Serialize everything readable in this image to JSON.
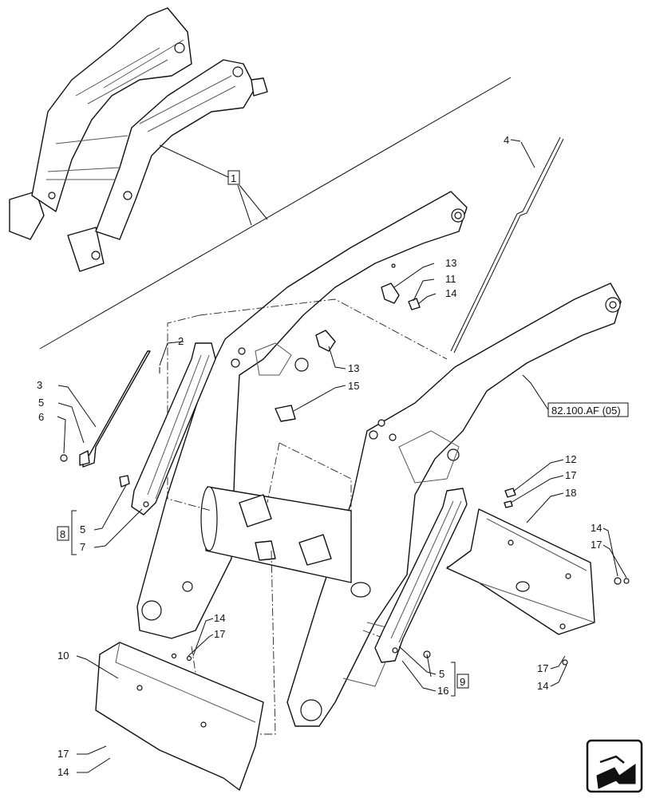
{
  "callouts": {
    "c1": "1",
    "c2": "2",
    "c3": "3",
    "c4": "4",
    "c5a": "5",
    "c6": "6",
    "c5b": "5",
    "c7": "7",
    "c8": "8",
    "c10": "10",
    "c11": "11",
    "c12": "12",
    "c13a": "13",
    "c13b": "13",
    "c14a": "14",
    "c14b": "14",
    "c14c": "14",
    "c14d": "14",
    "c14e": "14",
    "c15": "15",
    "c16": "16",
    "c17a": "17",
    "c17b": "17",
    "c17c": "17",
    "c17d": "17",
    "c17e": "17",
    "c18": "18",
    "c5c": "5",
    "c9": "9"
  },
  "reference_label": "82.100.AF (05)",
  "icons": {
    "nav": "next-page-arrow-icon"
  }
}
